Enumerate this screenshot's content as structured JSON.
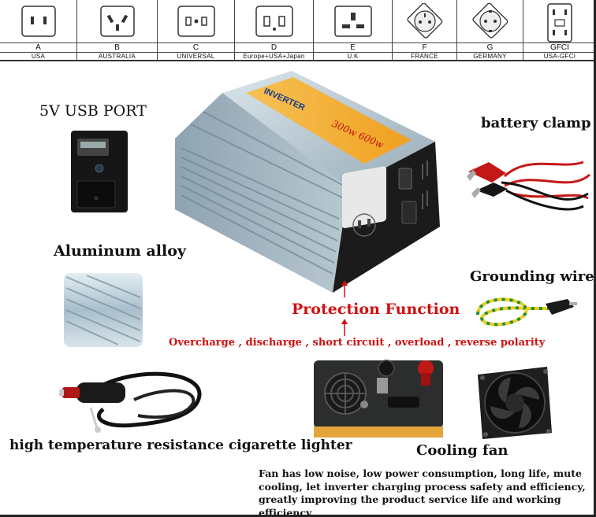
{
  "sockets": [
    {
      "code": "A",
      "region": "USA"
    },
    {
      "code": "B",
      "region": "AUSTRALIA"
    },
    {
      "code": "C",
      "region": "UNIVERSAL"
    },
    {
      "code": "D",
      "region": "Europe+USA+Japan"
    },
    {
      "code": "E",
      "region": "U.K"
    },
    {
      "code": "F",
      "region": "FRANCE"
    },
    {
      "code": "G",
      "region": "GERMANY"
    },
    {
      "code": "GFCI",
      "region": "USA-GFCI"
    }
  ],
  "labels": {
    "usb_port": "5V USB PORT",
    "battery_clamp": "battery clamp",
    "aluminum_alloy": "Aluminum alloy",
    "grounding_wire": "Grounding wire",
    "protection_title": "Protection Function",
    "protection_list": "Overcharge , discharge , short circuit , overload , reverse polarity",
    "cigarette_lighter": "high temperature resistance cigarette lighter",
    "cooling_fan": "Cooling fan",
    "fan_desc_line1": "Fan has low noise, low power consumption, long life, mute",
    "fan_desc_line2": "cooling, let inverter charging process safety and efficiency,",
    "fan_desc_line3": "greatly improving the product service life and working efficiency"
  },
  "inverter": {
    "brand": "INVERTER",
    "power": "300w 600w"
  },
  "colors": {
    "accent_red": "#d01010",
    "inverter_body": "#b6c3cc",
    "label_orange": "#f2a52a"
  }
}
